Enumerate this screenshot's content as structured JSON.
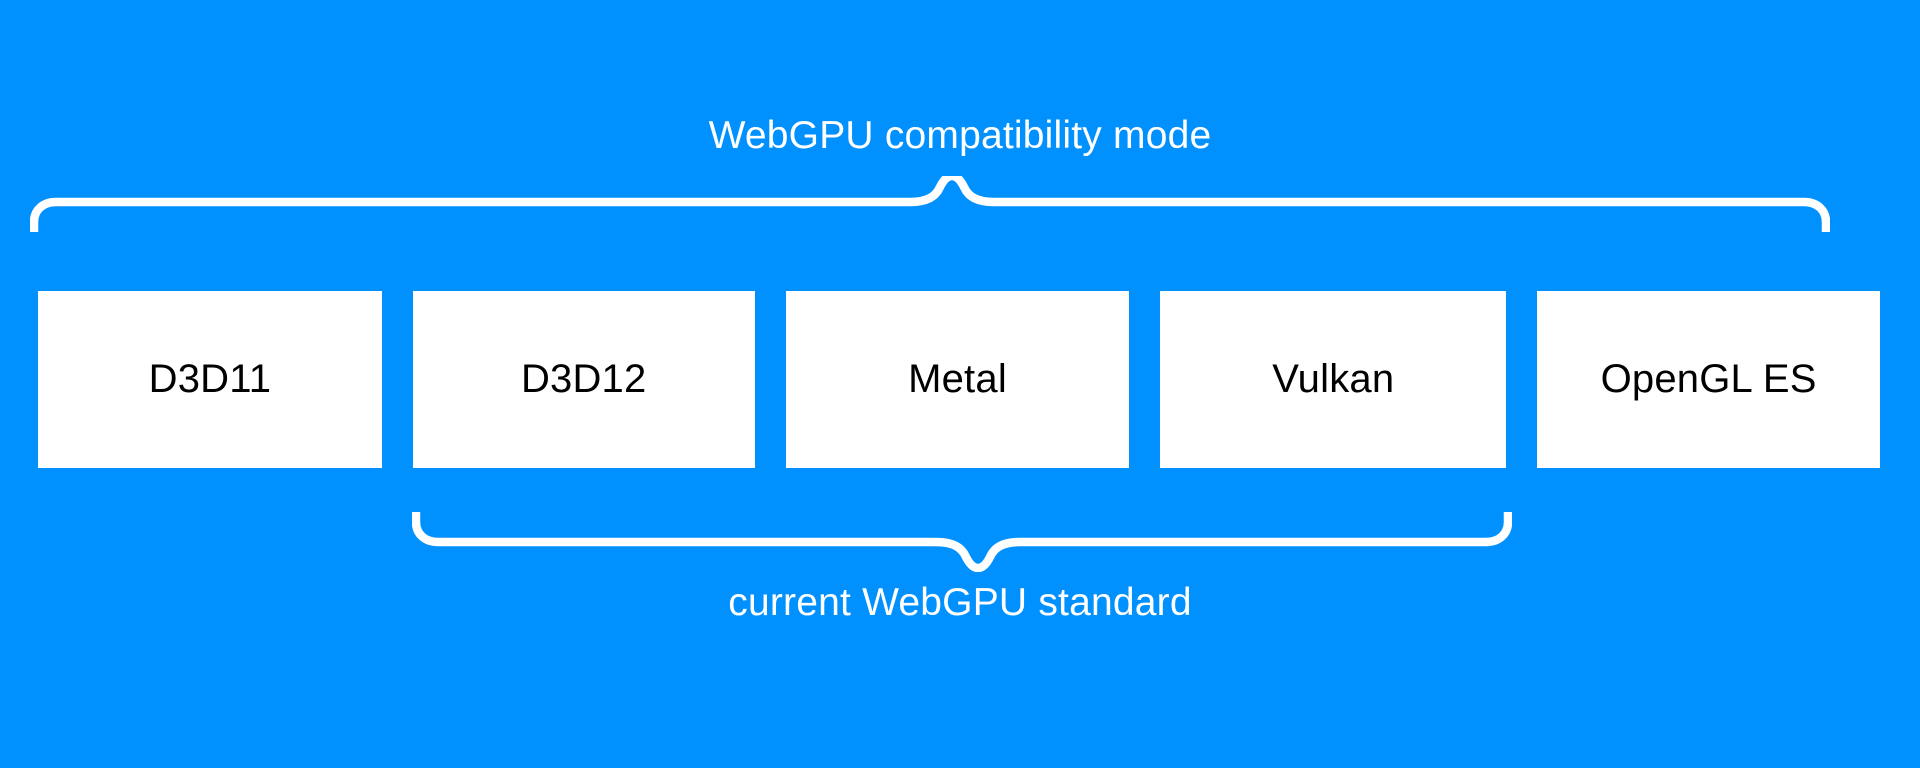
{
  "background_color": "#0091ff",
  "box_fill_color": "#ffffff",
  "box_text_color": "#000000",
  "label_text_color": "#ffffff",
  "top_bracket": {
    "label": "WebGPU compatibility mode",
    "spans": [
      "D3D11",
      "D3D12",
      "Metal",
      "Vulkan",
      "OpenGL ES"
    ]
  },
  "bottom_bracket": {
    "label": "current WebGPU standard",
    "spans": [
      "D3D12",
      "Metal",
      "Vulkan"
    ]
  },
  "boxes": [
    {
      "label": "D3D11"
    },
    {
      "label": "D3D12"
    },
    {
      "label": "Metal"
    },
    {
      "label": "Vulkan"
    },
    {
      "label": "OpenGL ES"
    }
  ]
}
